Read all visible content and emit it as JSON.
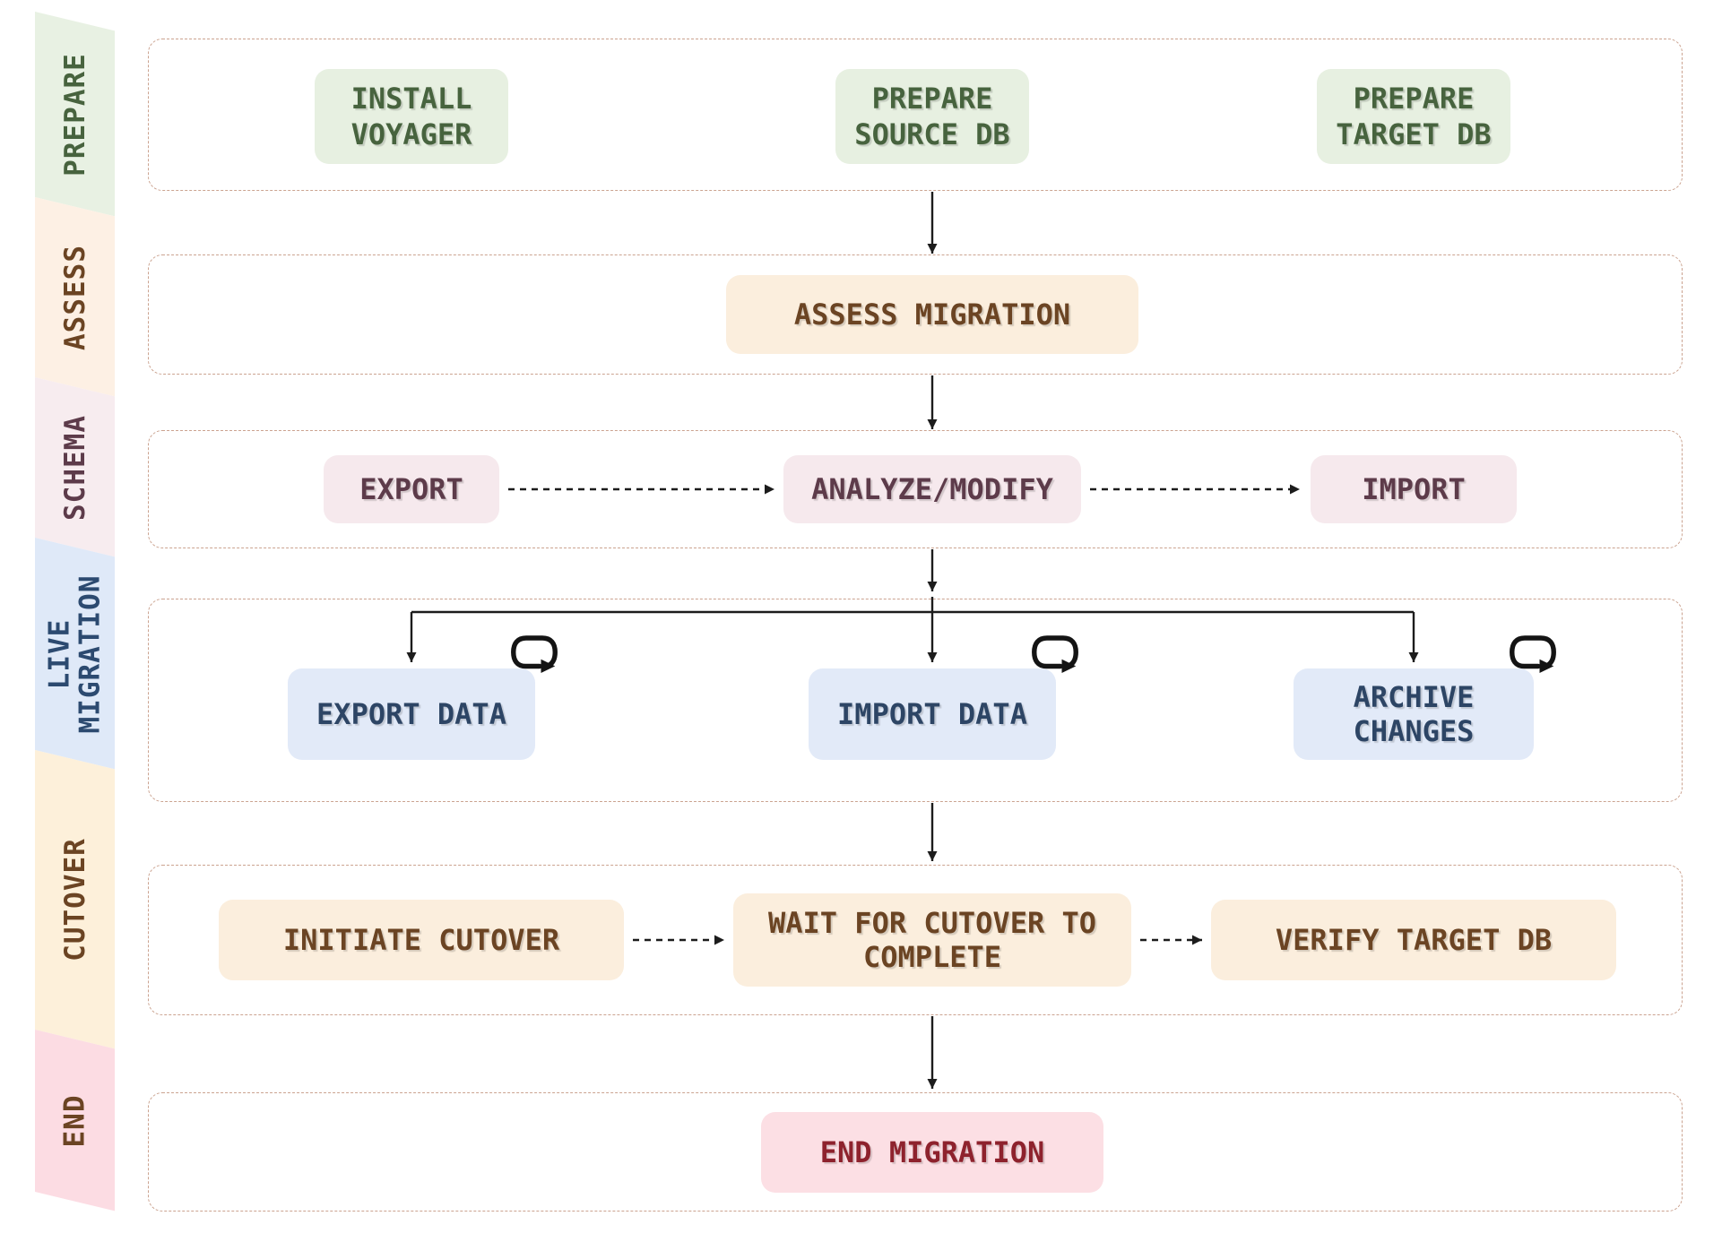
{
  "colors": {
    "arrow": "#1c1c1c",
    "lane-border": "#cba390",
    "node-prepare-fill": "#e7f0e1",
    "node-prepare-text": "#47633e",
    "node-assess-fill": "#fbeedd",
    "node-assess-text": "#6b4423",
    "node-schema-fill": "#f6e9ed",
    "node-schema-text": "#5d3b4a",
    "node-live-fill": "#e2eaf8",
    "node-live-text": "#2d4565",
    "node-end-fill": "#fcdfe4",
    "node-end-text": "#8e222d",
    "band-prepare": "#e8f1e3",
    "band-prepare-text": "#47633e",
    "band-assess": "#fdf0e4",
    "band-assess-text": "#6b4423",
    "band-schema": "#f7ecef",
    "band-schema-text": "#5d3b4a",
    "band-live": "#dfe9f8",
    "band-live-text": "#2c4a70",
    "band-cutover": "#fdf0da",
    "band-cutover-text": "#6b4423",
    "band-end": "#fcdce3",
    "band-end-text": "#6b4423"
  },
  "sidebar": {
    "stages": [
      {
        "id": "prepare",
        "lines": [
          "PREPARE"
        ]
      },
      {
        "id": "assess",
        "lines": [
          "ASSESS"
        ]
      },
      {
        "id": "schema",
        "lines": [
          "SCHEMA"
        ]
      },
      {
        "id": "live-migration",
        "lines": [
          "LIVE",
          "MIGRATION"
        ]
      },
      {
        "id": "cutover",
        "lines": [
          "CUTOVER"
        ]
      },
      {
        "id": "end",
        "lines": [
          "END"
        ]
      }
    ]
  },
  "nodes": {
    "install_voyager": {
      "lines": [
        "INSTALL",
        "VOYAGER"
      ]
    },
    "prepare_source_db": {
      "lines": [
        "PREPARE",
        "SOURCE DB"
      ]
    },
    "prepare_target_db": {
      "lines": [
        "PREPARE",
        "TARGET DB"
      ]
    },
    "assess_migration": {
      "label": "ASSESS MIGRATION"
    },
    "export_schema": {
      "label": "EXPORT"
    },
    "analyze_modify": {
      "label": "ANALYZE/MODIFY"
    },
    "import_schema": {
      "label": "IMPORT"
    },
    "export_data": {
      "label": "EXPORT DATA"
    },
    "import_data": {
      "label": "IMPORT DATA"
    },
    "archive_changes": {
      "lines": [
        "ARCHIVE",
        "CHANGES"
      ]
    },
    "initiate_cutover": {
      "label": "INITIATE CUTOVER"
    },
    "wait_for_cutover": {
      "lines": [
        "WAIT FOR CUTOVER TO",
        "COMPLETE"
      ]
    },
    "verify_target_db": {
      "label": "VERIFY TARGET DB"
    },
    "end_migration": {
      "label": "END MIGRATION"
    }
  }
}
